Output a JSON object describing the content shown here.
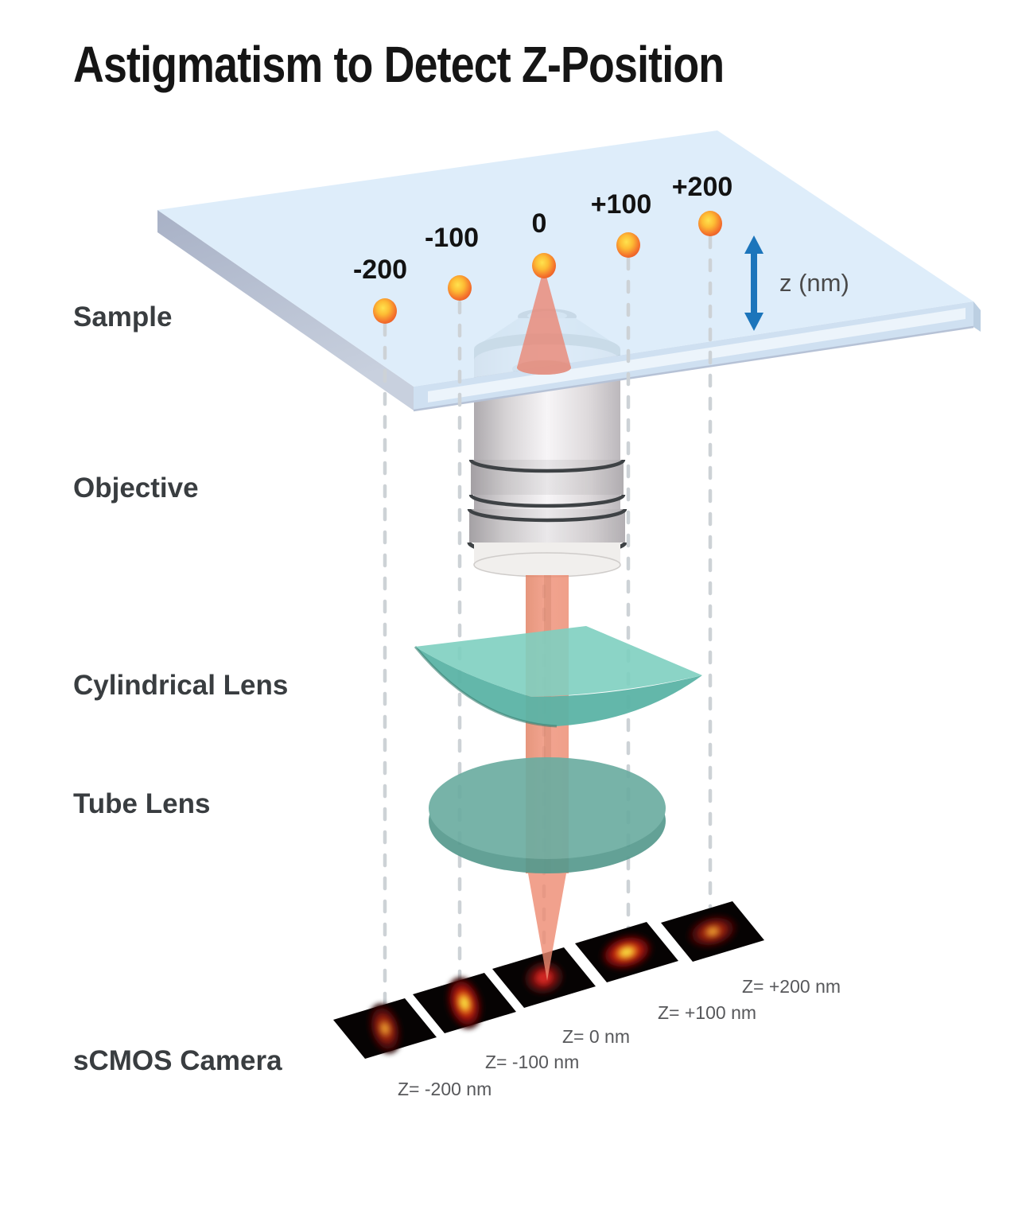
{
  "title": "Astigmatism to Detect Z-Position",
  "components": [
    {
      "label": "Sample"
    },
    {
      "label": "Objective"
    },
    {
      "label": "Cylindrical Lens"
    },
    {
      "label": "Tube Lens"
    },
    {
      "label": "sCMOS Camera"
    }
  ],
  "z_axis": {
    "label": "z (nm)"
  },
  "emitters": [
    {
      "label": "-200",
      "z_nm": -200
    },
    {
      "label": "-100",
      "z_nm": -100
    },
    {
      "label": "0",
      "z_nm": 0
    },
    {
      "label": "+100",
      "z_nm": 100
    },
    {
      "label": "+200",
      "z_nm": 200
    }
  ],
  "camera_images": [
    {
      "label": "Z= -200 nm",
      "psf_shape": "vertical-elongated-dim"
    },
    {
      "label": "Z= -100 nm",
      "psf_shape": "vertical-elongated-bright"
    },
    {
      "label": "Z= 0 nm",
      "psf_shape": "round-red"
    },
    {
      "label": "Z= +100 nm",
      "psf_shape": "horizontal-elongated-bright"
    },
    {
      "label": "Z= +200 nm",
      "psf_shape": "horizontal-elongated-dim"
    }
  ],
  "colors": {
    "title_text": "#151515",
    "component_label_text": "#393d40",
    "camera_label_text": "#57585b",
    "z_axis_text": "#4a4a4a",
    "z_axis_arrow": "#1c75bb",
    "sample_plane_top": "#d9eaf9",
    "sample_plane_side": "#b9c1d4",
    "emitter_core": "#ffdf4b",
    "emitter_rim": "#e8502a",
    "beam": "#ee8a70",
    "cylindrical_lens": "#7ecfc0",
    "tube_lens": "#6cada1",
    "guide_line": "#cdd2d6",
    "camera_frame": "#060303"
  }
}
